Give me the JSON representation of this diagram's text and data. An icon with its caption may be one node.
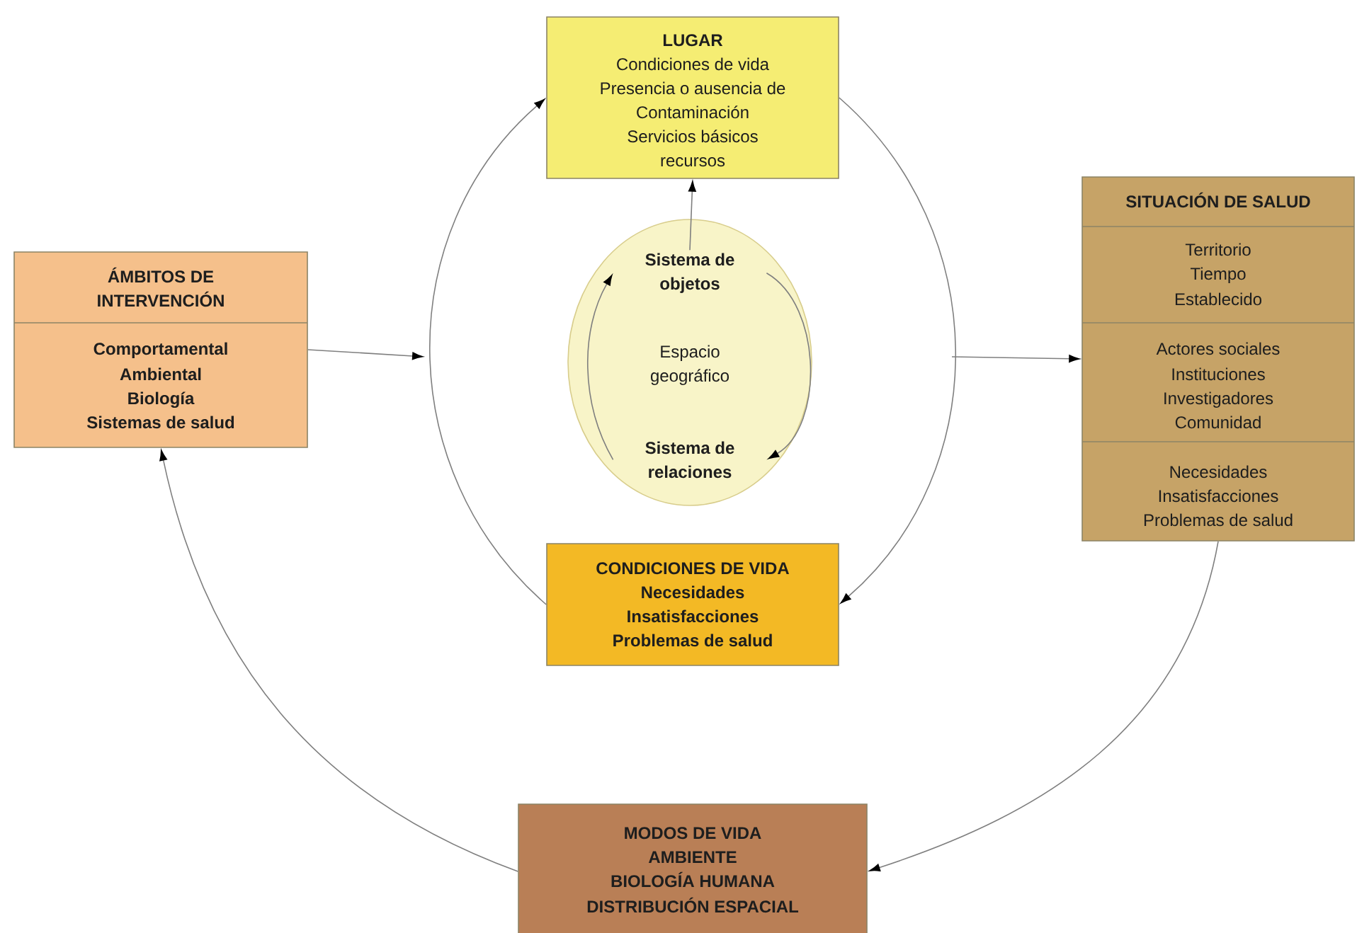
{
  "diagram": {
    "nodes": [
      {
        "text": [
          "LUGAR",
          "Condiciones de vida",
          "Presencia o ausencia de Contaminación",
          "Servicios básicos",
          "recursos"
        ]
      },
      {
        "text": [
          "Espacio geográfico"
        ]
      },
      {
        "text": [
          "Sistema de objetos"
        ],
        "in": 1
      },
      {
        "text": [
          "Sistema de relaciones"
        ],
        "in": 1
      },
      {
        "text": [
          "ÁMBITOS DE INTERVENCIÓN",
          "Comportamental",
          "Ambiental",
          "Biología",
          "Sistemas de salud"
        ]
      },
      {
        "text": [
          "SITUACIÓN DE SALUD",
          "Territorio",
          "Tiempo",
          "Establecido",
          "Actores sociales",
          "Instituciones",
          "Investigadores",
          "Comunidad",
          "Necesidades",
          "Insatisfacciones",
          "Problemas de salud"
        ]
      },
      {
        "text": [
          "CONDICIONES DE VIDA",
          "Necesidades",
          "Insatisfacciones",
          "Problemas de salud"
        ]
      },
      {
        "text": [
          "MODOS DE VIDA",
          "AMBIENTE",
          "BIOLOGÍA HUMANA",
          "DISTRIBUCIÓN ESPACIAL"
        ]
      }
    ],
    "edges": [
      {
        "from": 2,
        "to": 0,
        "arrow": "to"
      },
      {
        "from": 2,
        "to": 3,
        "arrow": "to"
      },
      {
        "from": 3,
        "to": 2,
        "arrow": "to"
      },
      {
        "from": 4,
        "to": null,
        "arrow": "to"
      },
      {
        "from": 6,
        "to": 0,
        "arrow": "to"
      },
      {
        "from": 0,
        "to": 6,
        "arrow": "to"
      },
      {
        "from": null,
        "to": 5,
        "arrow": "to"
      },
      {
        "from": 5,
        "to": 7,
        "arrow": "to"
      },
      {
        "from": 7,
        "to": 4,
        "arrow": "to"
      }
    ]
  }
}
